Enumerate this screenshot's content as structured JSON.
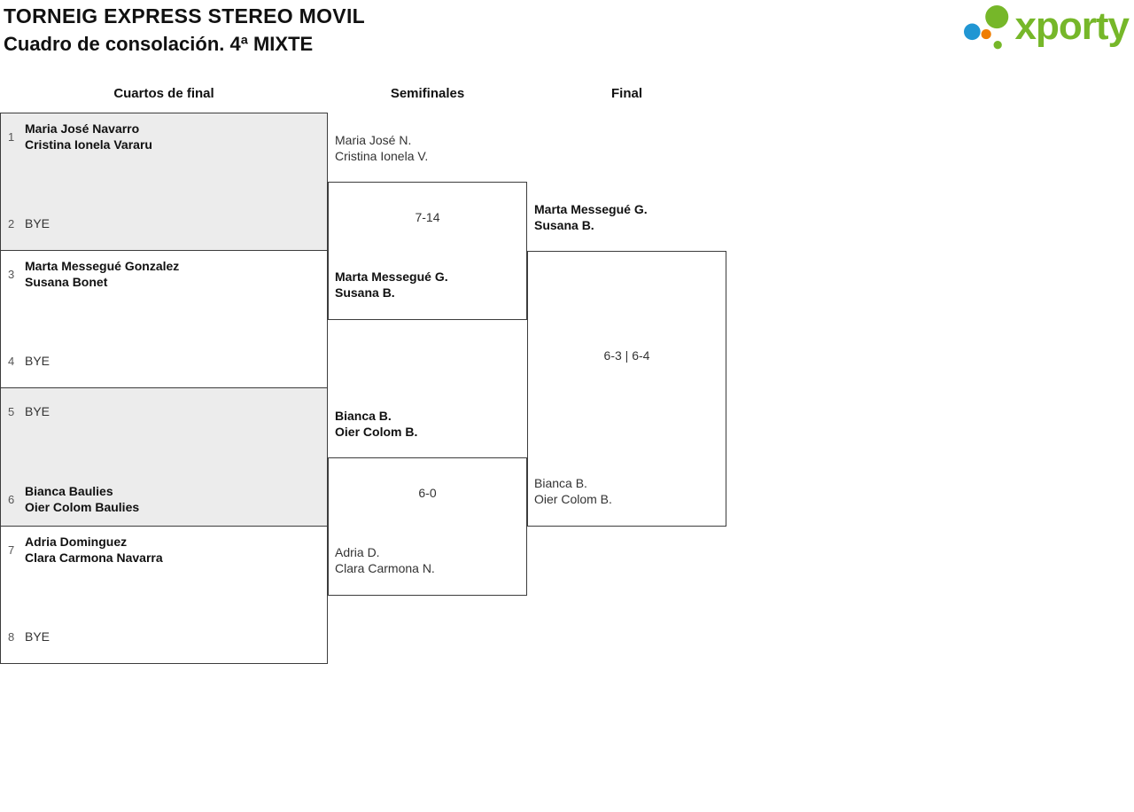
{
  "header": {
    "title": "TORNEIG EXPRESS STEREO MOVIL",
    "subtitle": "Cuadro de consolación. 4ª MIXTE",
    "logo_text": "xporty"
  },
  "columns": [
    {
      "label": "Cuartos de final"
    },
    {
      "label": "Semifinales"
    },
    {
      "label": "Final"
    }
  ],
  "colors": {
    "logo_green": "#76b729",
    "logo_blue": "#2196d3",
    "logo_orange": "#ef7d00",
    "box_gray": "#ececec",
    "bracket_line": "#3c3c3c"
  },
  "quarterfinals": [
    {
      "top": {
        "seed": "1",
        "lines": [
          "Maria José Navarro",
          "Cristina Ionela Vararu"
        ],
        "winner": true
      },
      "bottom": {
        "seed": "2",
        "lines": [
          "BYE"
        ],
        "winner": false
      }
    },
    {
      "top": {
        "seed": "3",
        "lines": [
          "Marta Messegué Gonzalez",
          "Susana Bonet"
        ],
        "winner": true
      },
      "bottom": {
        "seed": "4",
        "lines": [
          "BYE"
        ],
        "winner": false
      }
    },
    {
      "top": {
        "seed": "5",
        "lines": [
          "BYE"
        ],
        "winner": false
      },
      "bottom": {
        "seed": "6",
        "lines": [
          "Bianca Baulies",
          "Oier Colom Baulies"
        ],
        "winner": true
      }
    },
    {
      "top": {
        "seed": "7",
        "lines": [
          "Adria Dominguez",
          "Clara Carmona Navarra"
        ],
        "winner": true
      },
      "bottom": {
        "seed": "8",
        "lines": [
          "BYE"
        ],
        "winner": false
      }
    }
  ],
  "semifinals": [
    {
      "score": "7-14",
      "top": {
        "lines": [
          "Maria José N.",
          "Cristina Ionela V."
        ],
        "winner": false
      },
      "bottom": {
        "lines": [
          "Marta Messegué G.",
          "Susana B."
        ],
        "winner": true
      }
    },
    {
      "score": "6-0",
      "top": {
        "lines": [
          "Bianca B.",
          "Oier Colom B."
        ],
        "winner": true
      },
      "bottom": {
        "lines": [
          "Adria D.",
          "Clara Carmona N."
        ],
        "winner": false
      }
    }
  ],
  "final": {
    "score": "6-3 | 6-4",
    "top": {
      "lines": [
        "Marta Messegué G.",
        "Susana B."
      ],
      "winner": true
    },
    "bottom": {
      "lines": [
        "Bianca B.",
        "Oier Colom B."
      ],
      "winner": false
    }
  }
}
